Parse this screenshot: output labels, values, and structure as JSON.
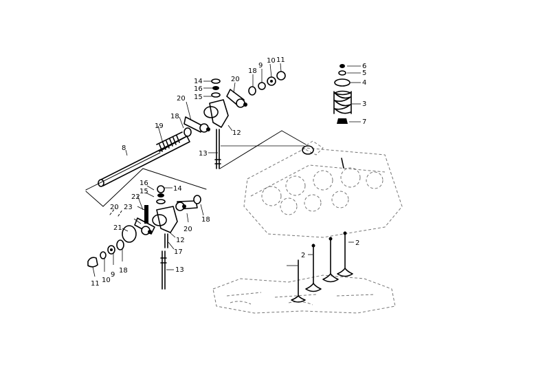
{
  "callouts": [
    {
      "text": "6"
    },
    {
      "text": "5"
    },
    {
      "text": "4"
    },
    {
      "text": "3"
    },
    {
      "text": "7"
    },
    {
      "text": "11"
    },
    {
      "text": "10"
    },
    {
      "text": "9"
    },
    {
      "text": "18"
    },
    {
      "text": "20"
    },
    {
      "text": "14"
    },
    {
      "text": "16"
    },
    {
      "text": "15"
    },
    {
      "text": "20"
    },
    {
      "text": "18"
    },
    {
      "text": "19"
    },
    {
      "text": "12"
    },
    {
      "text": "8"
    },
    {
      "text": "13"
    },
    {
      "text": "16"
    },
    {
      "text": "14"
    },
    {
      "text": "15"
    },
    {
      "text": "22"
    },
    {
      "text": "20"
    },
    {
      "text": "23"
    },
    {
      "text": "18"
    },
    {
      "text": "20"
    },
    {
      "text": "21"
    },
    {
      "text": "12"
    },
    {
      "text": "17"
    },
    {
      "text": "13"
    },
    {
      "text": "11"
    },
    {
      "text": "10"
    },
    {
      "text": "9"
    },
    {
      "text": "18"
    },
    {
      "text": "2"
    },
    {
      "text": "2"
    }
  ]
}
